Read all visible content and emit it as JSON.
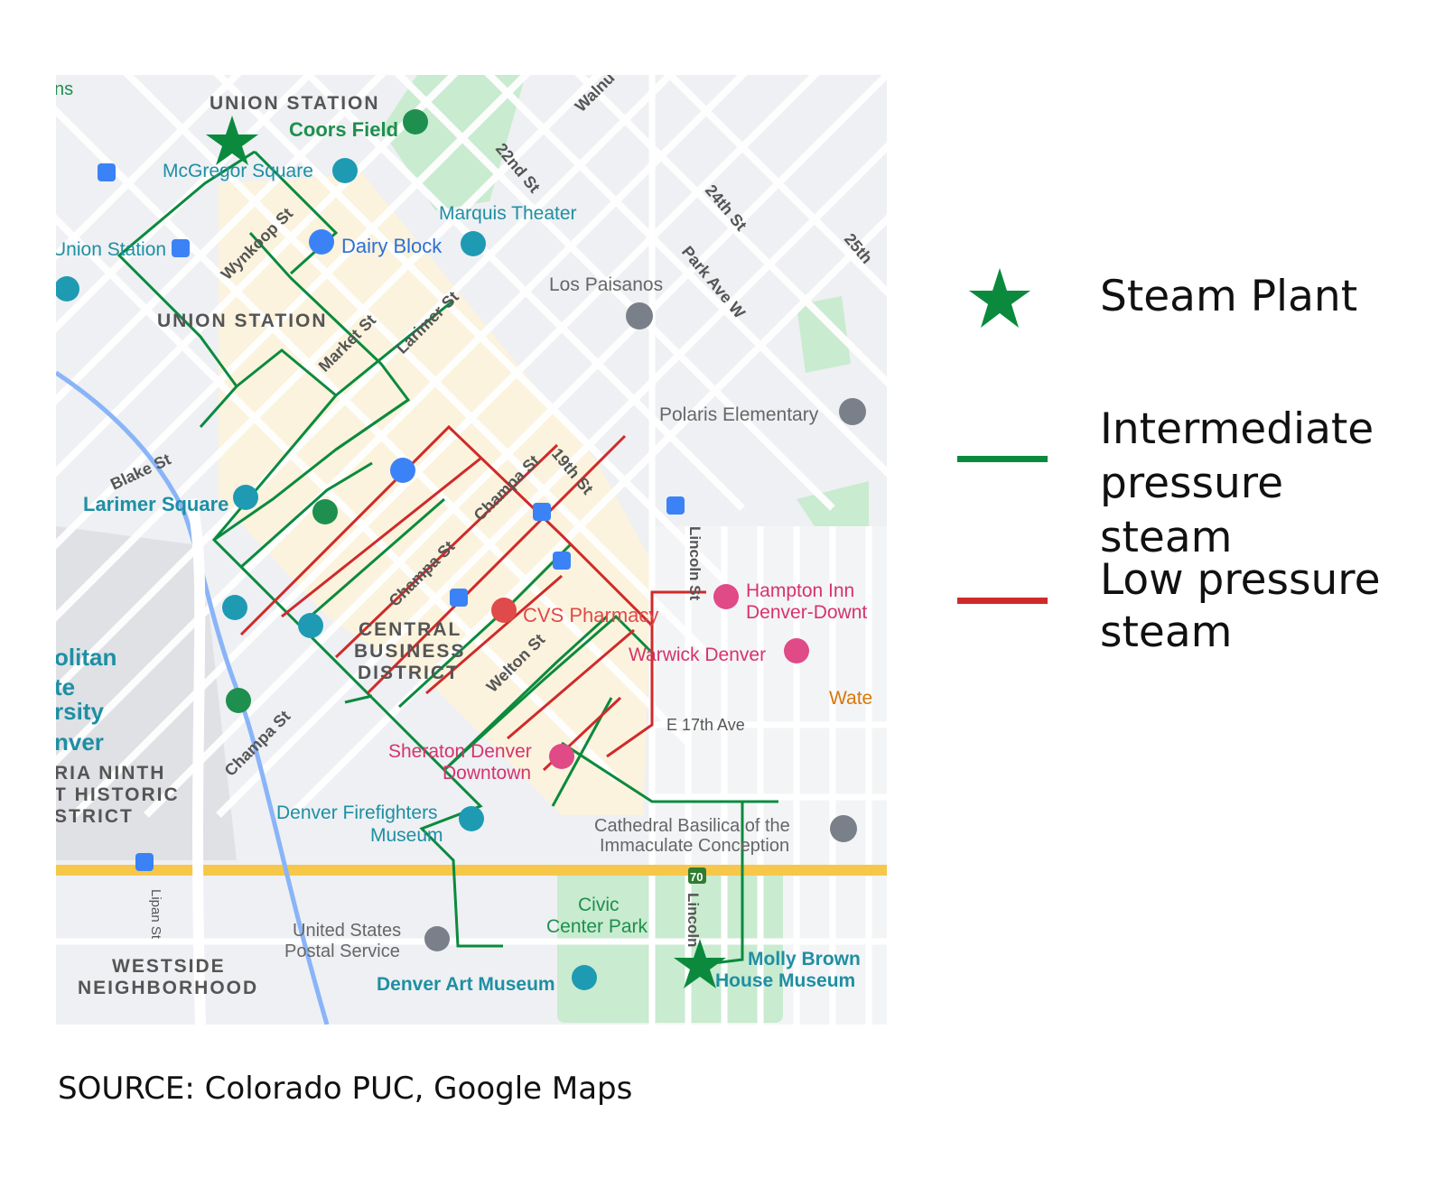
{
  "map": {
    "labels": {
      "union_station_top": "UNION STATION",
      "coors_field": "Coors Field",
      "mcgregor_square": "McGregor Square",
      "marquis_theater": "Marquis Theater",
      "union_station_poi": "Union Station",
      "dairy_block": "Dairy Block",
      "los_paisanos": "Los Paisanos",
      "union_station_district": "UNION STATION",
      "polaris_elementary": "Polaris Elementary",
      "larimer_square": "Larimer Square",
      "hampton_inn_1": "Hampton Inn",
      "hampton_inn_2": "Denver-Downt",
      "cvs_pharmacy": "CVS Pharmacy",
      "warwick_denver": "Warwick Denver",
      "cbd_1": "CENTRAL",
      "cbd_2": "BUSINESS",
      "cbd_3": "DISTRICT",
      "wate": "Wate",
      "e17th": "E 17th Ave",
      "sheraton_1": "Sheraton Denver",
      "sheraton_2": "Downtown",
      "firefighters_1": "Denver Firefighters",
      "firefighters_2": "Museum",
      "cathedral_1": "Cathedral Basilica of the",
      "cathedral_2": "Immaculate Conception",
      "civic_1": "Civic",
      "civic_2": "Center Park",
      "usps_1": "United States",
      "usps_2": "Postal Service",
      "molly_1": "Molly Brown",
      "molly_2": "House Museum",
      "art_museum": "Denver Art Museum",
      "westside_1": "WESTSIDE",
      "westside_2": "NEIGHBORHOOD",
      "metro_1": "olitan",
      "metro_2": "te",
      "metro_3": "rsity",
      "metro_4": "nver",
      "ninth_1": "RIA NINTH",
      "ninth_2": "T HISTORIC",
      "ninth_3": "STRICT",
      "ns": "ns",
      "st_22nd": "22nd St",
      "st_24th": "24th St",
      "st_25th": "25th",
      "walnut": "Walnu",
      "park_ave": "Park Ave W",
      "wynkoop": "Wynkoop St",
      "market": "Market St",
      "larimer": "Larimer St",
      "blake": "Blake St",
      "champa_1": "Champa St",
      "champa_2": "Champa St",
      "champa_3": "Champa St",
      "st_19th": "19th St",
      "welton": "Welton St",
      "lincoln_1": "Lincoln St",
      "lincoln_2": "Lincoln",
      "lipan": "Lipan St",
      "i70": "70"
    }
  },
  "legend": {
    "steam_plant": "Steam Plant",
    "intermediate_1": "Intermediate",
    "intermediate_2": "pressure steam",
    "low_1": "Low pressure",
    "low_2": "steam"
  },
  "colors": {
    "intermediate": "#0b8a3e",
    "low": "#cf2a2a",
    "plant": "#0b8a3e"
  },
  "source": "SOURCE: Colorado PUC, Google Maps"
}
